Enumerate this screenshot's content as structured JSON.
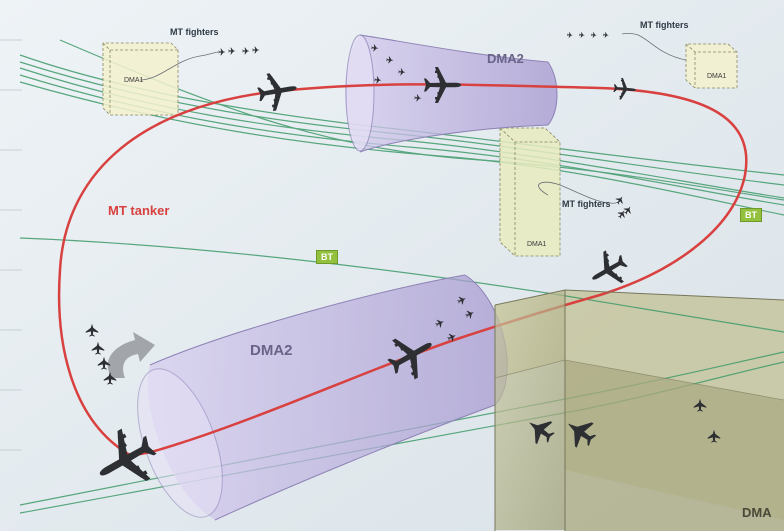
{
  "labels": {
    "mt_fighters_top_left": "MT fighters",
    "mt_fighters_top_right": "MT fighters",
    "mt_fighters_mid": "MT fighters",
    "dma1_top_left": "DMA1",
    "dma1_top_right": "DMA1",
    "dma1_mid": "DMA1",
    "dma2_top": "DMA2",
    "dma2_bottom": "DMA2",
    "mt_tanker": "MT tanker",
    "bt_right": "BT",
    "bt_mid": "BT",
    "dma_corner": "DMA"
  },
  "colors": {
    "tanker_route": "#d8413f",
    "bt_route": "#3f9a6a",
    "bt_badge": "#93c03d",
    "dma2_zone": "#b7a9d8",
    "dma1_zone": "#f3f1cc",
    "dma3_zone": "#b9b88a",
    "aircraft": "#2d2f33"
  },
  "icons": {
    "tanker": "tanker-aircraft-icon",
    "fighter": "fighter-jet-icon",
    "turn_arrow": "turn-arrow-icon"
  }
}
